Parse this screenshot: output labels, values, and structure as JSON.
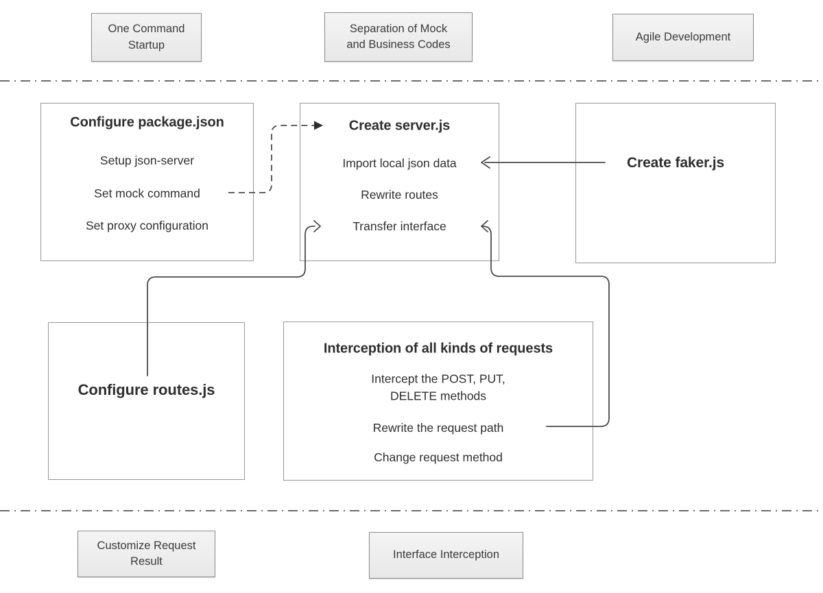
{
  "diagram": {
    "top_labels": [
      {
        "text": "One Command\nStartup"
      },
      {
        "text": "Separation of Mock\nand Business Codes"
      },
      {
        "text": "Agile Development"
      }
    ],
    "bottom_labels": [
      {
        "text": "Customize Request\nResult"
      },
      {
        "text": "Interface Interception"
      }
    ],
    "boxes": {
      "package": {
        "title": "Configure package.json",
        "items": [
          "Setup json-server",
          "Set mock command",
          "Set proxy configuration"
        ]
      },
      "server": {
        "title": "Create server.js",
        "items": [
          "Import local json data",
          "Rewrite routes",
          "Transfer interface"
        ]
      },
      "faker": {
        "title": "Create faker.js"
      },
      "routes": {
        "title": "Configure routes.js"
      },
      "interception": {
        "title": "Interception of all kinds of requests",
        "items": [
          "Intercept the POST, PUT,\nDELETE methods",
          "Rewrite the request path",
          "Change request method"
        ]
      }
    },
    "connectors": [
      {
        "name": "set-mock-command-to-create-server",
        "style": "dashed-arrow"
      },
      {
        "name": "create-faker-to-import-local-json-data",
        "style": "solid-arrow"
      },
      {
        "name": "configure-routes-to-transfer-interface",
        "style": "solid-arrow"
      },
      {
        "name": "rewrite-request-path-to-transfer-interface",
        "style": "solid-arrow"
      }
    ],
    "colors": {
      "label_fill": "#e8e8e8",
      "label_border": "#8c8c8c",
      "box_border": "#979797",
      "line": "#4a4a4a",
      "text": "#2e2e2e"
    }
  }
}
